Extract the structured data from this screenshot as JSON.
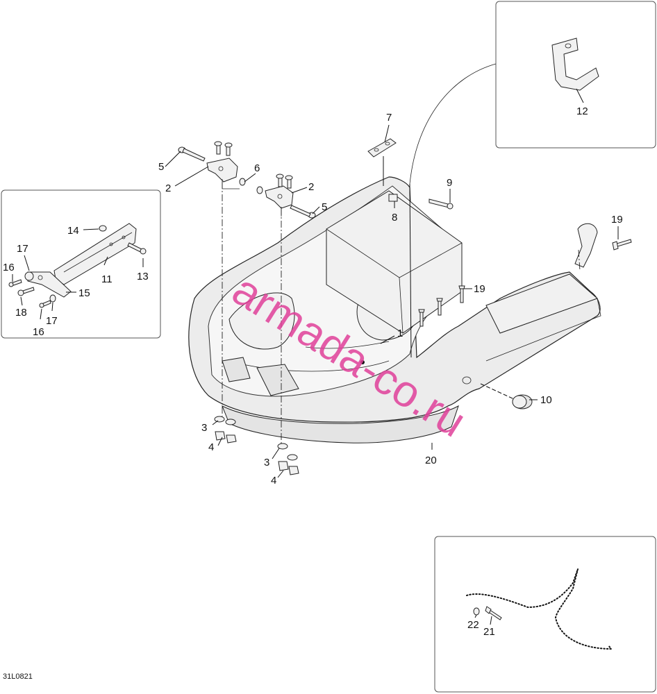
{
  "diagram": {
    "figure_code": "31L0821",
    "watermark": "armada-co.ru",
    "callouts": {
      "c1": "1",
      "c2a": "2",
      "c2b": "2",
      "c3a": "3",
      "c3b": "3",
      "c4a": "4",
      "c4b": "4",
      "c5a": "5",
      "c5b": "5",
      "c6": "6",
      "c7": "7",
      "c8": "8",
      "c9": "9",
      "c10": "10",
      "c11": "11",
      "c12": "12",
      "c13": "13",
      "c14": "14",
      "c15": "15",
      "c16a": "16",
      "c16b": "16",
      "c17a": "17",
      "c17b": "17",
      "c18": "18",
      "c19a": "19",
      "c19b": "19",
      "c20": "20",
      "c21": "21",
      "c22": "22"
    }
  }
}
